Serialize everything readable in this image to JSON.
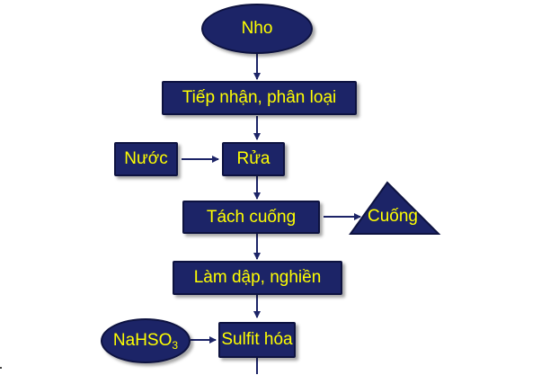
{
  "nodes": {
    "start": "Nho",
    "reception": "Tiếp nhận, phân loại",
    "water": "Nước",
    "wash": "Rửa",
    "destem": "Tách cuống",
    "stems": "Cuống",
    "crush": "Làm dập, nghiền",
    "nahso3_prefix": "NaHSO",
    "nahso3_sub": "3",
    "sulfite": "Sulfit hóa"
  },
  "colors": {
    "node_fill": "#1c2467",
    "node_text": "#ffff00",
    "arrow": "#1c2467"
  }
}
